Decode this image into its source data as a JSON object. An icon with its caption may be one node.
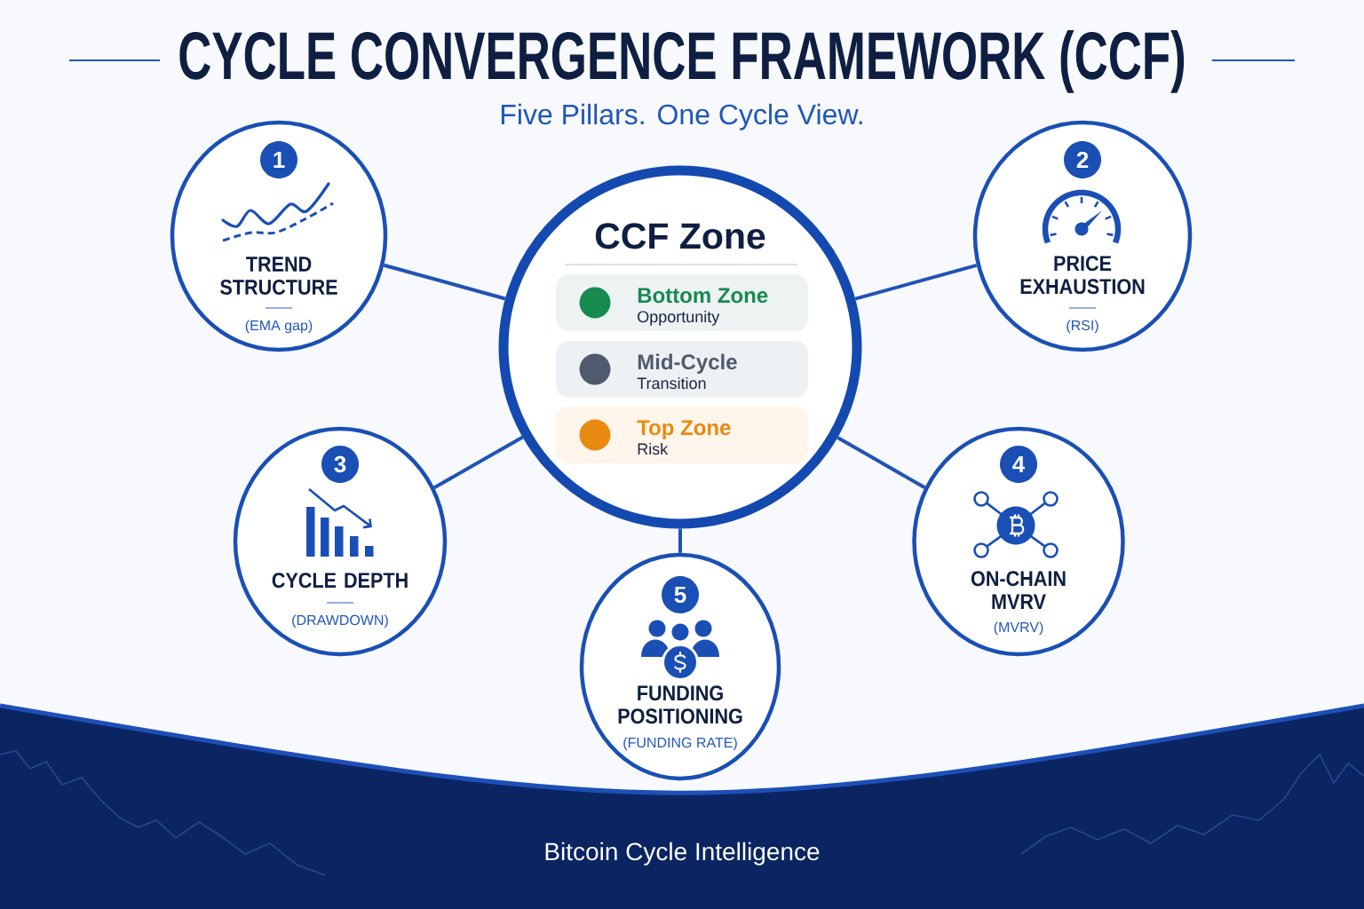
{
  "diagram": {
    "title": "CYCLE CONVERGENCE FRAMEWORK (CCF)",
    "nodes": [
      {
        "text": [
          "1",
          "TREND STRUCTURE",
          "(EMA gap)"
        ]
      },
      {
        "text": [
          "CCF Zone"
        ]
      },
      {
        "text": [
          "Bottom Zone",
          "Opportunity"
        ],
        "in": 1
      },
      {
        "text": [
          "Mid-Cycle",
          "Transition"
        ],
        "in": 1
      },
      {
        "text": [
          "Top Zone",
          "Risk"
        ],
        "in": 1
      },
      {
        "text": [
          "2",
          "PRICE EXHAUSTION",
          "(RSI)"
        ]
      },
      {
        "text": [
          "3",
          "CYCLE DEPTH",
          "(DRAWDOWN)"
        ]
      },
      {
        "text": [
          "4",
          "ON-CHAIN MVRV",
          "(MVRV)"
        ]
      },
      {
        "text": [
          "5",
          "FUNDING POSITIONING",
          "(FUNDING RATE)"
        ]
      }
    ],
    "edges": [
      {
        "from": 1,
        "to": 0,
        "arrow": "none"
      },
      {
        "from": 1,
        "to": 5,
        "arrow": "none"
      },
      {
        "from": 1,
        "to": 6,
        "arrow": "none"
      },
      {
        "from": 1,
        "to": 7,
        "arrow": "none"
      },
      {
        "from": 1,
        "to": 8,
        "arrow": "none"
      }
    ],
    "labels": [
      "Five Pillars. One Cycle View.",
      "Bitcoin Cycle Intelligence"
    ]
  }
}
